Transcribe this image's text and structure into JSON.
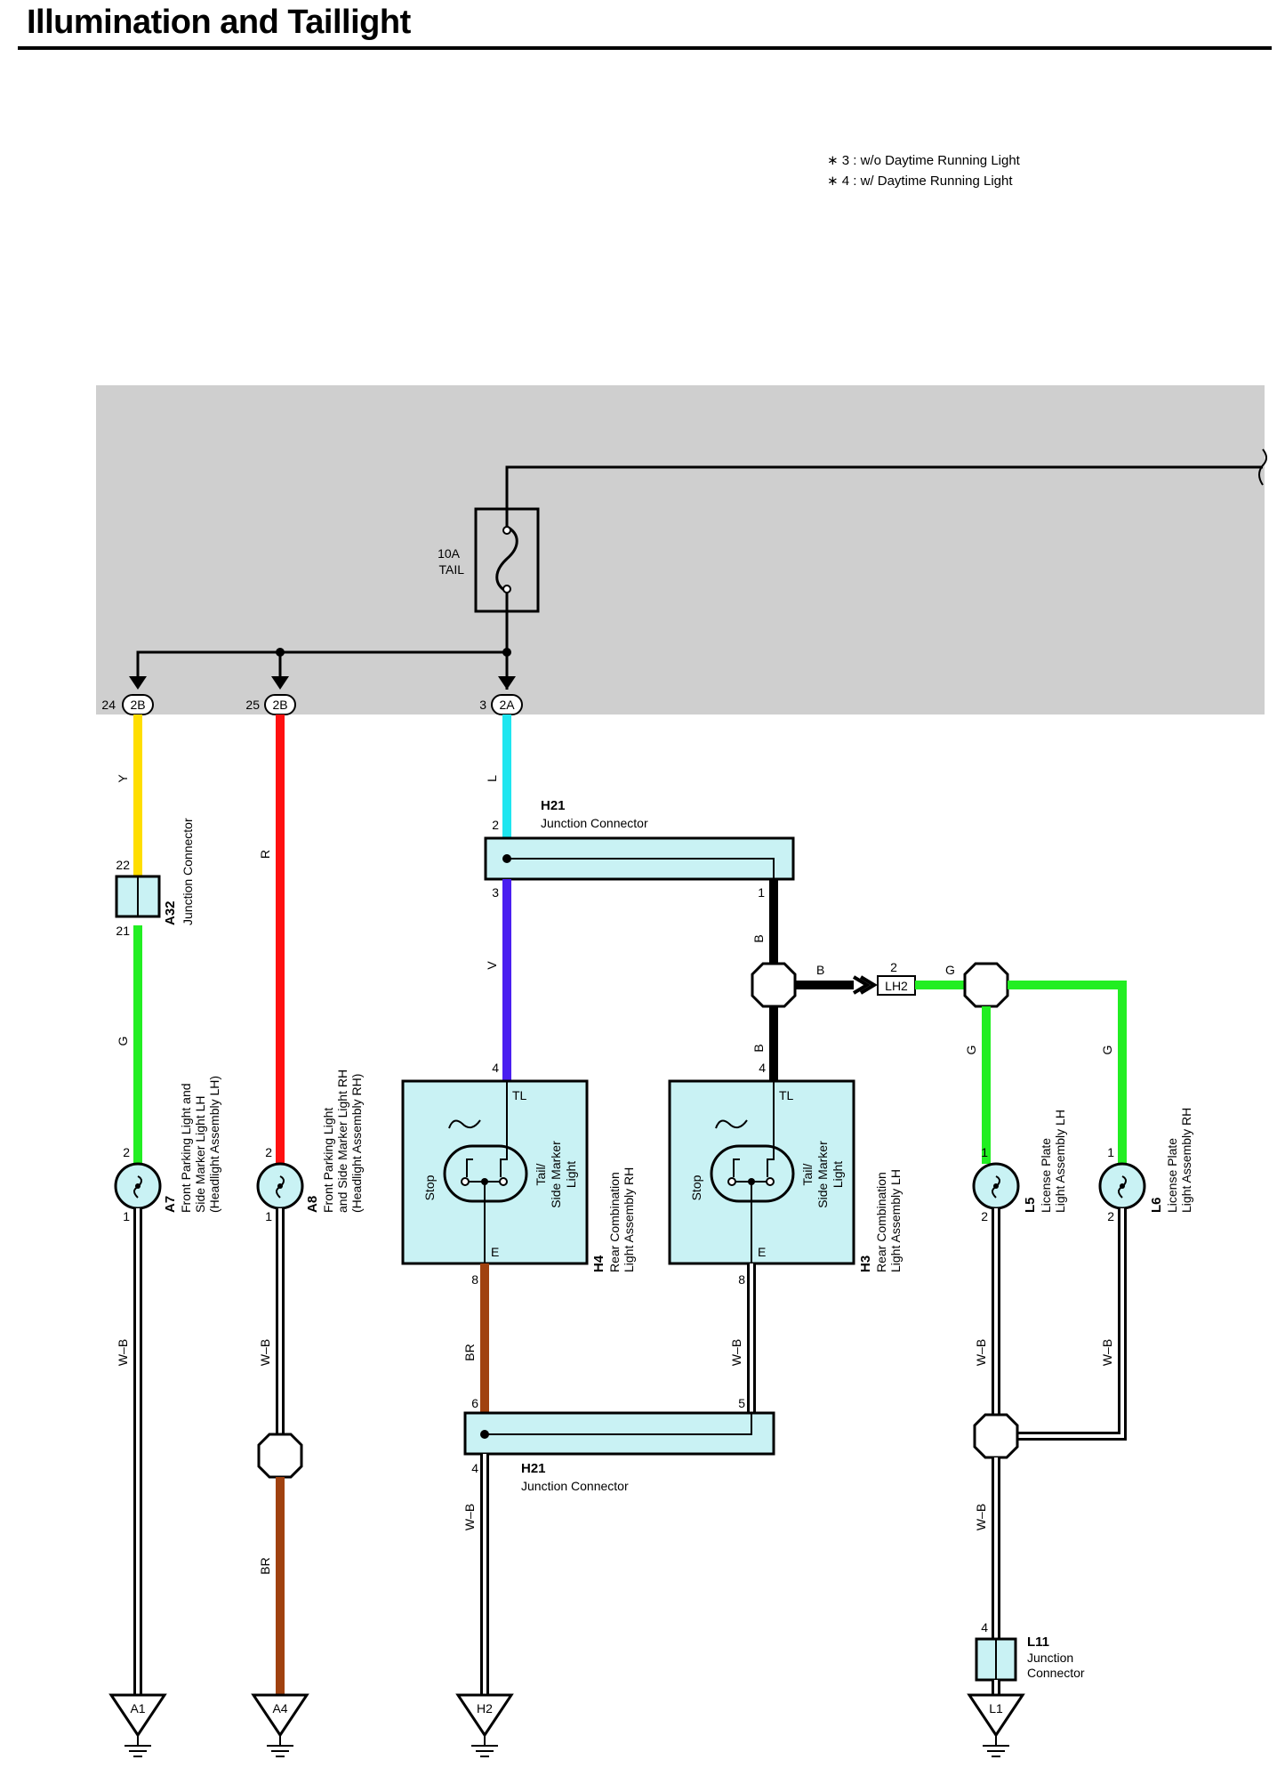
{
  "title": "Illumination and Taillight",
  "notes": [
    "∗ 3 : w/o Daytime Running Light",
    "∗ 4 : w/ Daytime Running Light"
  ],
  "fuse": {
    "rating": "10A",
    "name": "TAIL"
  },
  "colors": {
    "yellow": "#ffde00",
    "red": "#ff1010",
    "lightblue": "#1ee6f0",
    "violet": "#4a1ef0",
    "green": "#22ee22",
    "brown": "#a0410f",
    "black": "#000000",
    "panel": "#cfcfcf",
    "box": "#c9f2f4"
  },
  "connectors": {
    "c24": {
      "pin": "24",
      "code": "2B"
    },
    "c25": {
      "pin": "25",
      "code": "2B"
    },
    "c3": {
      "pin": "3",
      "code": "2A"
    },
    "lh2": {
      "pin": "2",
      "code": "LH2"
    }
  },
  "wires": {
    "y": "Y",
    "r": "R",
    "l": "L",
    "v": "V",
    "b1": "B",
    "b2": "B",
    "b3": "B",
    "g_lh2": "G",
    "g_a": "G",
    "g_l5": "G",
    "g_l6": "G",
    "wb_a7": "W–B",
    "wb_a8": "W–B",
    "br_a8": "BR",
    "br_h4": "BR",
    "wb_h3": "W–B",
    "wb_h21": "W–B",
    "wb_l5": "W–B",
    "wb_l6": "W–B",
    "wb_l11": "W–B"
  },
  "components": {
    "a32": {
      "code": "A32",
      "desc": "Junction Connector",
      "pin_top": "22",
      "pin_bottom": "21"
    },
    "h21_top": {
      "code": "H21",
      "desc": "Junction Connector",
      "pin_l": "2",
      "pin_l2": "3",
      "pin_r": "1"
    },
    "h21_bot": {
      "code": "H21",
      "desc": "Junction Connector",
      "pin_l": "6",
      "pin_r": "5",
      "pin_out": "4"
    },
    "a7": {
      "code": "A7",
      "desc1": "Front Parking Light and",
      "desc2": "Side Marker Light LH",
      "desc3": "(Headlight Assembly LH)",
      "pin_top": "2",
      "pin_bottom": "1"
    },
    "a8": {
      "code": "A8",
      "desc1": "Front Parking Light",
      "desc2": "and Side Marker Light RH",
      "desc3": "(Headlight Assembly RH)",
      "pin_top": "2",
      "pin_bottom": "1"
    },
    "h4": {
      "code": "H4",
      "desc1": "Rear Combination",
      "desc2": "Light Assembly RH",
      "pin_top": "4",
      "pin_bottom": "8",
      "tl": "TL",
      "e": "E",
      "stop": "Stop",
      "tail1": "Tail/",
      "tail2": "Side Marker",
      "tail3": "Light"
    },
    "h3": {
      "code": "H3",
      "desc1": "Rear Combination",
      "desc2": "Light Assembly LH",
      "pin_top": "4",
      "pin_bottom": "8",
      "tl": "TL",
      "e": "E",
      "stop": "Stop",
      "tail1": "Tail/",
      "tail2": "Side Marker",
      "tail3": "Light"
    },
    "l5": {
      "code": "L5",
      "desc1": "License Plate",
      "desc2": "Light Assembly LH",
      "pin_top": "1",
      "pin_bottom": "2"
    },
    "l6": {
      "code": "L6",
      "desc1": "License Plate",
      "desc2": "Light Assembly RH",
      "pin_top": "1",
      "pin_bottom": "2"
    },
    "l11": {
      "code": "L11",
      "desc1": "Junction",
      "desc2": "Connector",
      "pin": "4"
    }
  },
  "grounds": [
    "A1",
    "A4",
    "H2",
    "L1"
  ]
}
